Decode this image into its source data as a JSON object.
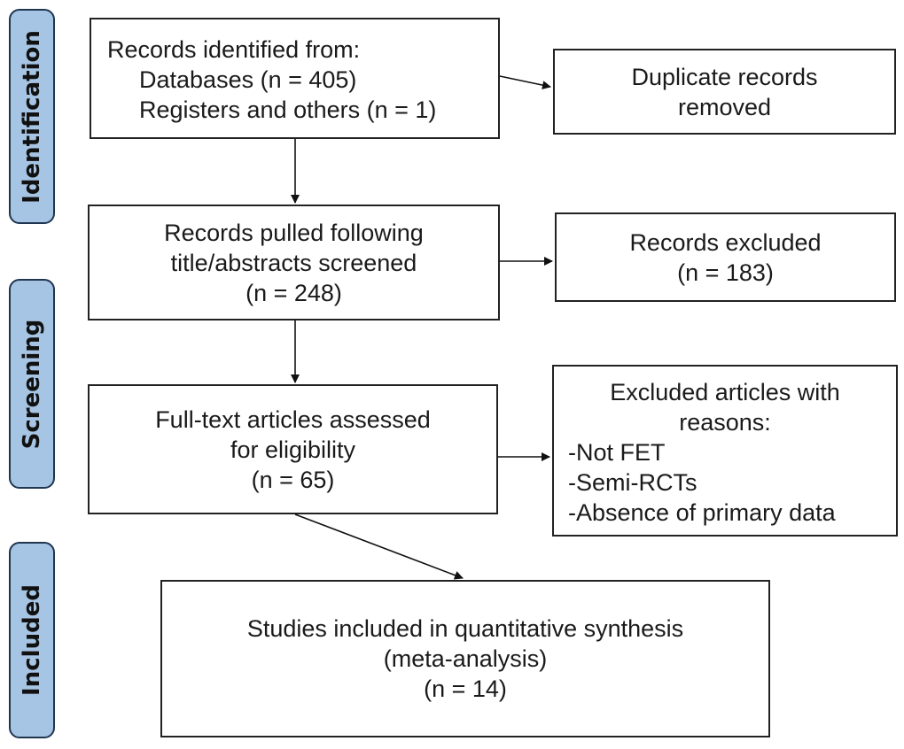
{
  "stages": {
    "identification": "Identification",
    "screening": "Screening",
    "included": "Included"
  },
  "boxes": {
    "records_identified": {
      "title": "Records identified from:",
      "databases": "Databases (n = 405)",
      "registers": "Registers and others (n = 1)"
    },
    "duplicates_removed": {
      "line1": "Duplicate records",
      "line2": "removed"
    },
    "records_pulled": {
      "line1": "Records pulled following",
      "line2": "title/abstracts screened",
      "line3": "(n = 248)"
    },
    "records_excluded": {
      "line1": "Records excluded",
      "line2": "(n = 183)"
    },
    "full_text": {
      "line1": "Full-text articles assessed",
      "line2": "for eligibility",
      "line3": "(n = 65)"
    },
    "excluded_articles": {
      "line1": "Excluded articles with",
      "line2": "reasons:",
      "reasons": [
        "-Not FET",
        "-Semi-RCTs",
        "-Absence of primary data"
      ]
    },
    "studies_included": {
      "line1": "Studies included in quantitative synthesis",
      "line2": "(meta-analysis)",
      "line3": "(n = 14)"
    }
  }
}
